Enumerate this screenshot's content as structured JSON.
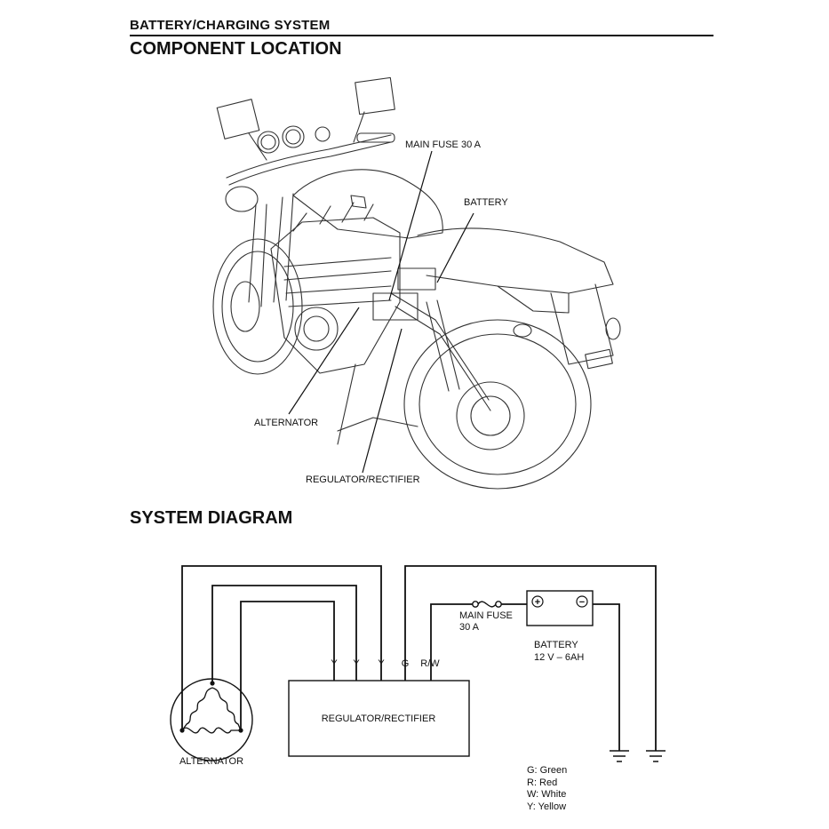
{
  "header": {
    "section": "BATTERY/CHARGING SYSTEM",
    "component_location": "COMPONENT LOCATION",
    "system_diagram": "SYSTEM DIAGRAM"
  },
  "illustration": {
    "callouts": {
      "main_fuse": "MAIN FUSE 30 A",
      "battery": "BATTERY",
      "alternator": "ALTERNATOR",
      "regulator": "REGULATOR/RECTIFIER"
    }
  },
  "diagram": {
    "wires": [
      "Y",
      "Y",
      "Y",
      "G",
      "R/W"
    ],
    "main_fuse": "MAIN FUSE",
    "main_fuse_rating": "30 A",
    "battery": "BATTERY",
    "battery_spec": "12 V – 6AH",
    "regulator": "REGULATOR/RECTIFIER",
    "alternator": "ALTERNATOR",
    "plus": "+",
    "minus": "−"
  },
  "legend": [
    "G: Green",
    "R: Red",
    "W: White",
    "Y: Yellow"
  ]
}
